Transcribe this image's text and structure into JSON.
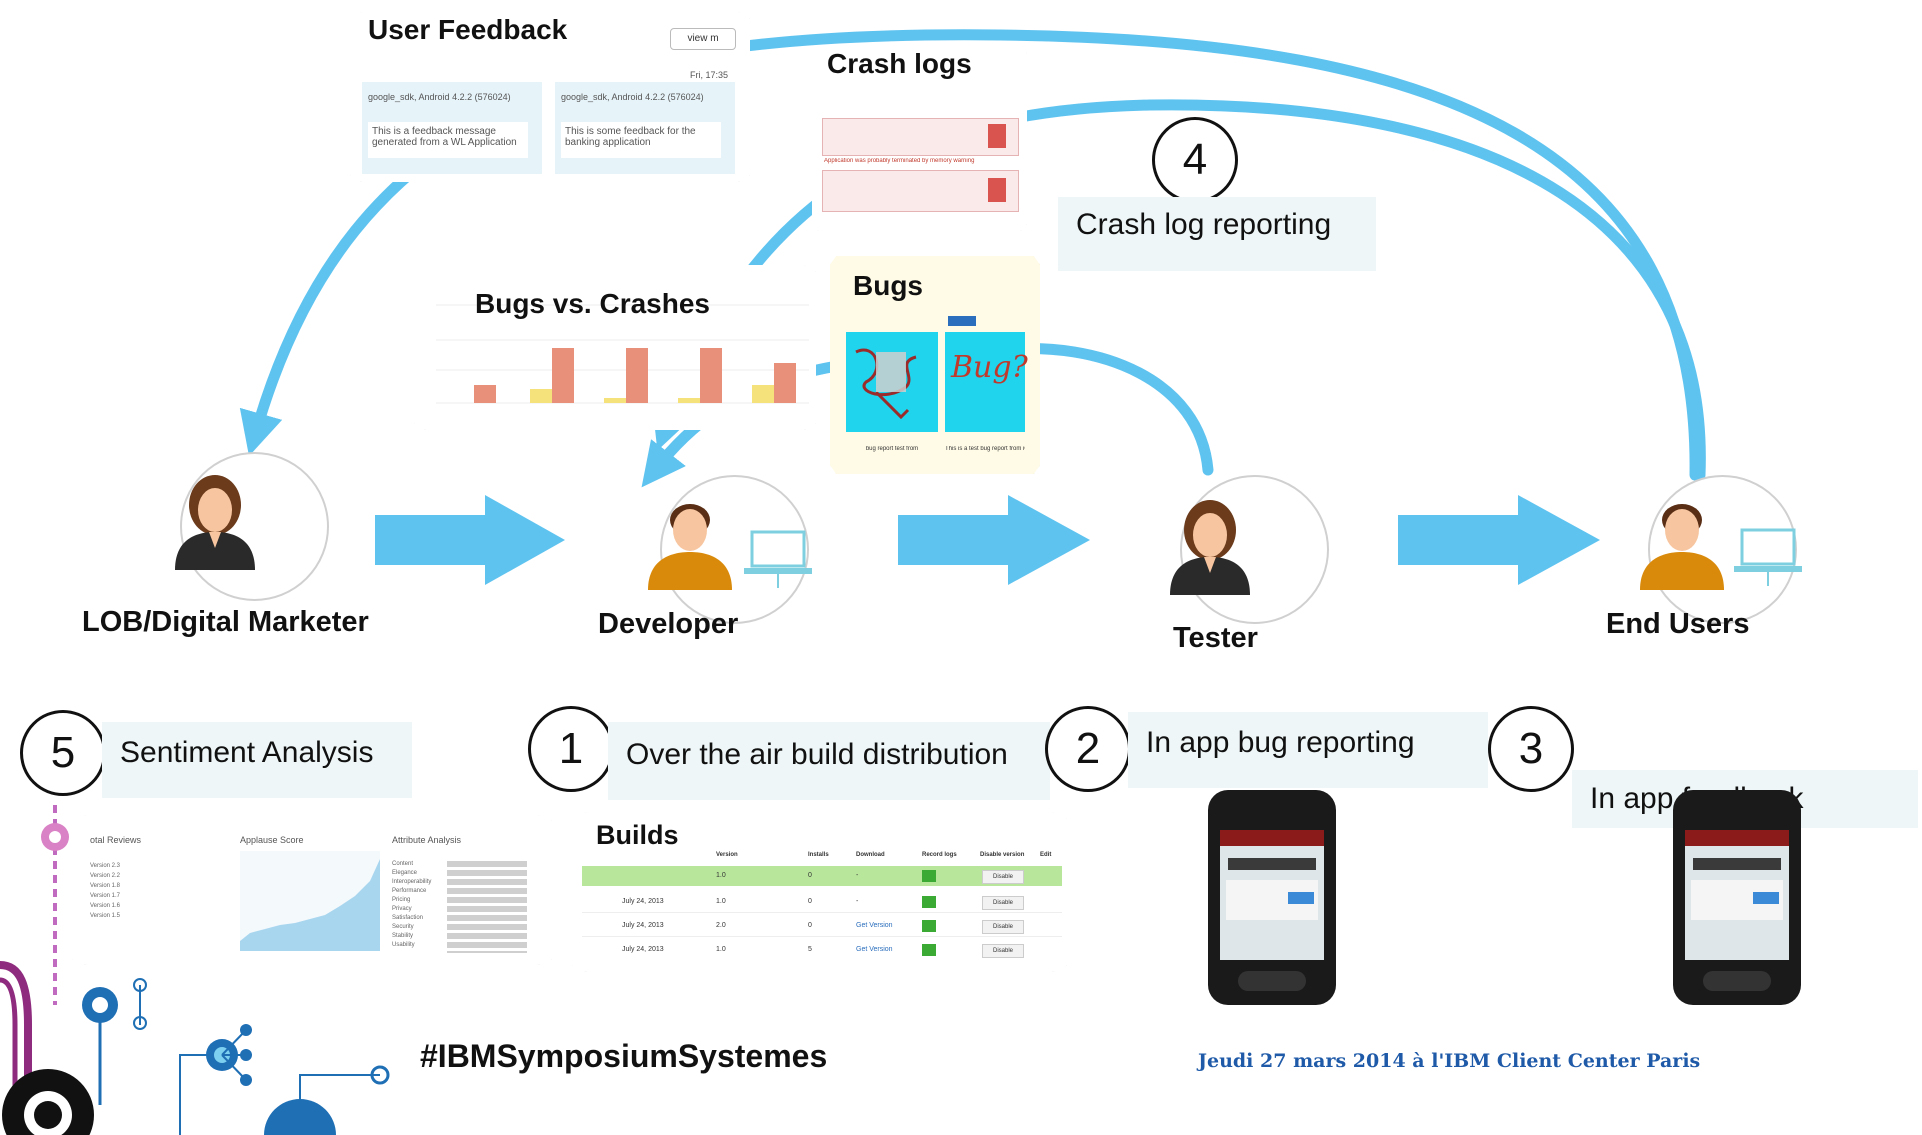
{
  "roles": {
    "lob": "LOB/Digital Marketer",
    "developer": "Developer",
    "tester": "Tester",
    "end_users": "End Users"
  },
  "steps": [
    {
      "num": "1",
      "label": "Over the air build distribution"
    },
    {
      "num": "2",
      "label": "In app bug reporting"
    },
    {
      "num": "3",
      "label": "In app feedback"
    },
    {
      "num": "4",
      "label": "Crash log reporting"
    },
    {
      "num": "5",
      "label": "Sentiment Analysis"
    }
  ],
  "cards": {
    "user_feedback": {
      "title": "User Feedback",
      "button": "view m",
      "time": "Fri, 17:35",
      "device_1": "google_sdk, Android 4.2.2 (576024)",
      "device_2": "google_sdk, Android 4.2.2 (576024)",
      "message_1": "This is a feedback message generated from a WL Application",
      "message_2": "This is some feedback for the banking application"
    },
    "crash_logs": {
      "title": "Crash logs",
      "reason": "Application was probably terminated by memory warning"
    },
    "bugs_vs_crashes": {
      "title": "Bugs vs. Crashes"
    },
    "bugs": {
      "title": "Bugs",
      "handwriting": "Bug?",
      "caption_1": "bug report test from",
      "caption_2": "This is a test bug report from iOS"
    },
    "builds": {
      "title": "Builds",
      "columns": [
        "Version",
        "Installs",
        "Download",
        "Record logs",
        "Disable version",
        "Edit"
      ],
      "rows": [
        {
          "date": "",
          "version": "1.0",
          "installs": "0",
          "download": "-"
        },
        {
          "date": "July 24, 2013",
          "version": "1.0",
          "installs": "0",
          "download": "-"
        },
        {
          "date": "July 24, 2013",
          "version": "2.0",
          "installs": "0",
          "download": "Get Version"
        },
        {
          "date": "July 24, 2013",
          "version": "1.0",
          "installs": "5",
          "download": "Get Version"
        }
      ],
      "disable_label": "Disable"
    },
    "sentiment": {
      "col_1": "otal Reviews",
      "col_2": "Applause Score",
      "col_3": "Attribute Analysis",
      "attributes": [
        "Content",
        "Elegance",
        "Interoperability",
        "Performance",
        "Pricing",
        "Privacy",
        "Satisfaction",
        "Security",
        "Stability",
        "Usability"
      ],
      "versions": [
        "Version 2.3",
        "Version 2.2",
        "Version 1.8",
        "Version 1.7",
        "Version 1.6",
        "Version 1.5"
      ]
    }
  },
  "footer": {
    "hashtag": "#IBMSymposiumSystemes",
    "event": "Jeudi 27 mars 2014 à l'IBM Client Center Paris"
  },
  "colors": {
    "arrow": "#5fc3f0",
    "bar_salmon": "#e8907a",
    "bar_yellow": "#f5e27a",
    "circuit_purple": "#8e2b7e",
    "circuit_blue": "#1f6fb5"
  }
}
